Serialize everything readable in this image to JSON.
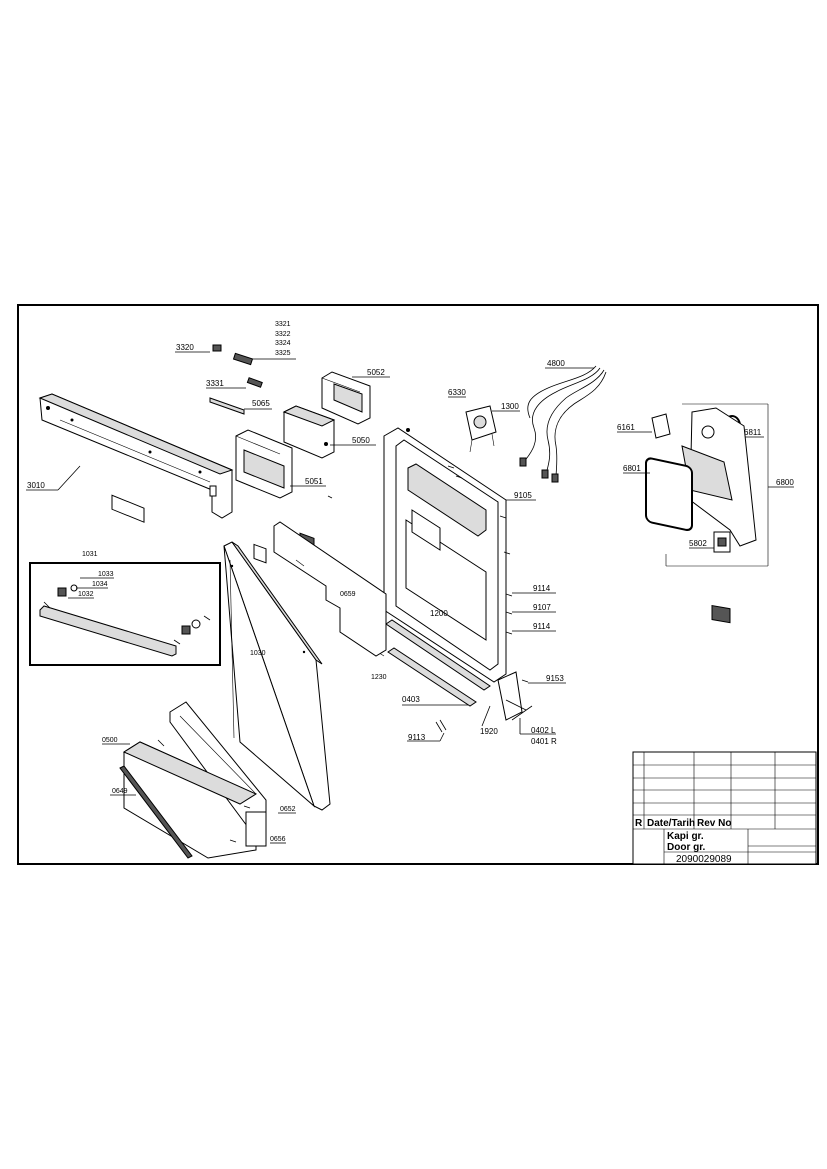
{
  "parts": {
    "p3321": "3321",
    "p3322": "3322",
    "p3324": "3324",
    "p3325": "3325",
    "p3320": "3320",
    "p3331": "3331",
    "p5065": "5065",
    "p5052": "5052",
    "p5050": "5050",
    "p5051": "5051",
    "p3010": "3010",
    "p6330": "6330",
    "p1300": "1300",
    "p4800": "4800",
    "p6161": "6161",
    "p6811": "6811",
    "p6801": "6801",
    "p6800": "6800",
    "p5802": "5802",
    "p9105": "9105",
    "p1031": "1031",
    "p1033": "1033",
    "p1034": "1034",
    "p1032": "1032",
    "p0659": "0659",
    "p1030": "1030",
    "p1200": "1200",
    "p9114a": "9114",
    "p9107": "9107",
    "p9114b": "9114",
    "p1230": "1230",
    "p9153": "9153",
    "p0403": "0403",
    "p9113": "9113",
    "p1920": "1920",
    "p0402L": "0402 L",
    "p0401R": "0401 R",
    "p0500": "0500",
    "p0649": "0649",
    "p0652": "0652",
    "p0656": "0656"
  },
  "title_block": {
    "rev_mark": "R",
    "date_label": "Date/Tarih",
    "rev_label": "Rev No",
    "name_tr": "Kapi gr.",
    "name_en": "Door gr.",
    "drawing_number": "2090029089"
  },
  "colors": {
    "ink": "#000000",
    "paper": "#ffffff",
    "shade": "#dcdcdc"
  }
}
